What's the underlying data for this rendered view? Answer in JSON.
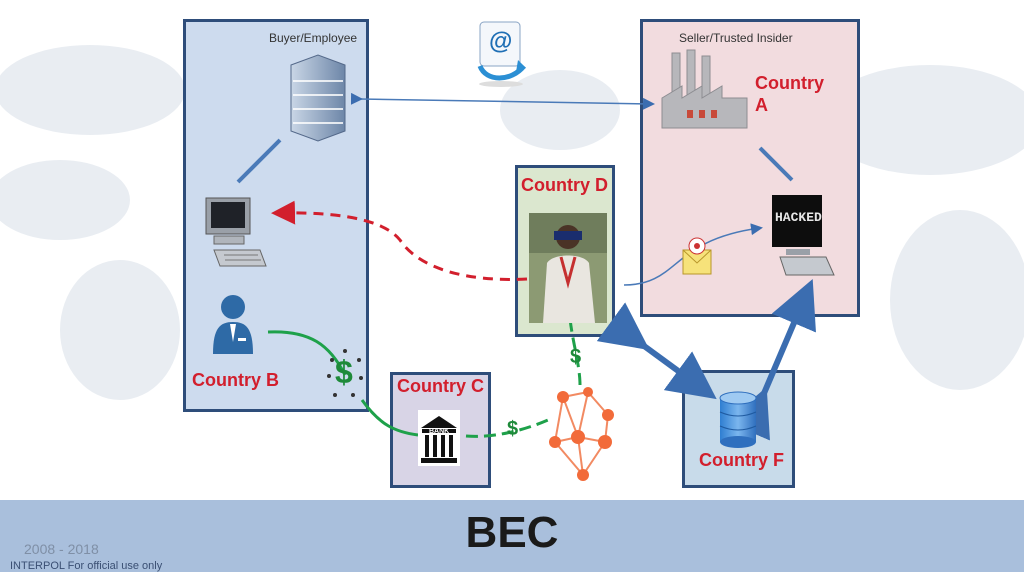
{
  "labels": {
    "buyer": "Buyer/Employee",
    "seller": "Seller/Trusted Insider",
    "country_a_line1": "Country",
    "country_a_line2": "A",
    "country_b": "Country B",
    "country_c": "Country C",
    "country_d": "Country D",
    "country_f": "Country F",
    "bank": "BANK",
    "hacked": "HACKED",
    "email_symbol": "@",
    "dollar": "$"
  },
  "footer": {
    "title": "BEC",
    "years": "2008 - 2018",
    "note": "INTERPOL For official use only"
  },
  "colors": {
    "buyer_box": "#cddbee",
    "seller_box": "#f2dcdf",
    "country_c_box": "#d8d4e6",
    "country_d_box": "#dbe7cf",
    "country_f_box": "#c8dbea",
    "box_border": "#2e4d7a",
    "country_text": "#d21f2d",
    "money_line": "#1ea14a",
    "fraud_line": "#d21f2d",
    "arrow_blue": "#3b6db0",
    "network": "#f26b3a",
    "footer_band": "#a9bfdc"
  },
  "icons": [
    "server-icon",
    "email-icon",
    "factory-icon",
    "computer-icon",
    "hacked-computer-icon",
    "person-icon",
    "dollar-icon",
    "bank-icon",
    "network-icon",
    "database-icon",
    "mail-virus-icon",
    "suspect-photo"
  ]
}
